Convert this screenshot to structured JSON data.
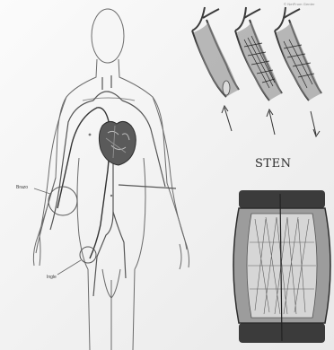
{
  "caption_top_right": "© NetFrom Genter",
  "labels": {
    "arm": "Brazo",
    "groin": "Ingle"
  },
  "stent_title": "STEN"
}
